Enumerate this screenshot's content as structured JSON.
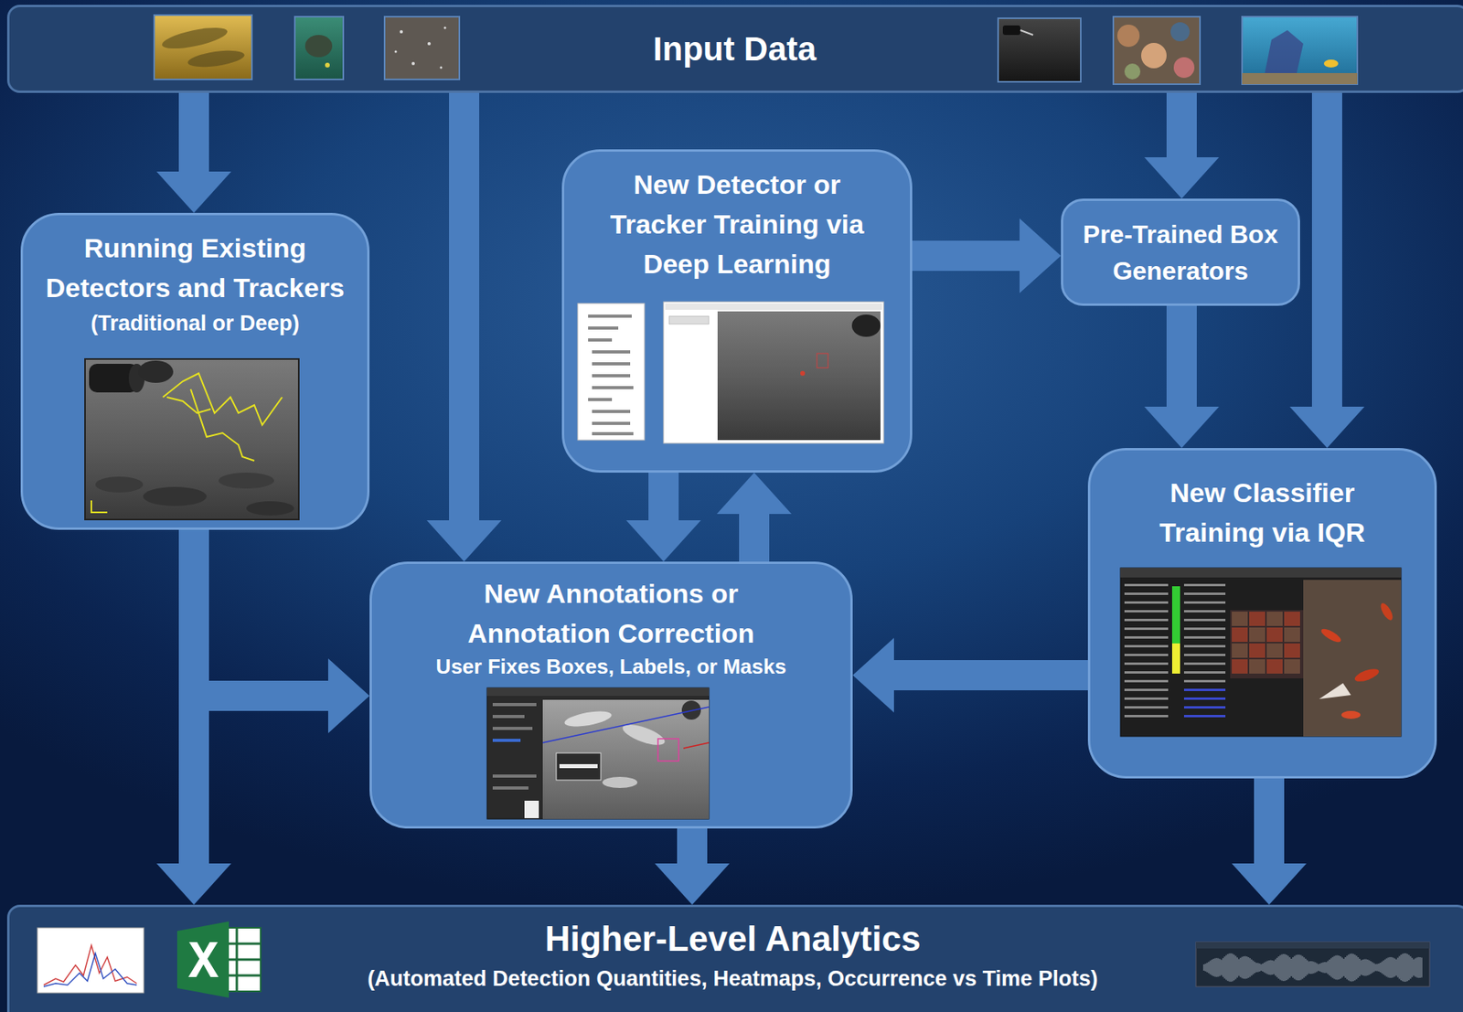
{
  "diagram": {
    "nodes": [
      {
        "text": [
          "Input Data"
        ]
      },
      {
        "text": [
          "Running Existing Detectors and Trackers",
          "(Traditional or Deep)"
        ]
      },
      {
        "text": [
          "New Detector or Tracker Training via Deep Learning"
        ]
      },
      {
        "text": [
          "Pre-Trained Box Generators"
        ]
      },
      {
        "text": [
          "New Annotations or Annotation Correction",
          "User Fixes Boxes, Labels, or Masks"
        ]
      },
      {
        "text": [
          "New Classifier Training via IQR"
        ]
      },
      {
        "text": [
          "Higher-Level Analytics",
          "(Automated Detection Quantities, Heatmaps, Occurrence vs Time Plots)"
        ]
      }
    ],
    "edges": [
      {
        "from": 0,
        "to": 1,
        "arrow": "to"
      },
      {
        "from": 0,
        "to": 4,
        "arrow": "to"
      },
      {
        "from": 0,
        "to": 3,
        "arrow": "to"
      },
      {
        "from": 0,
        "to": 5,
        "arrow": "to"
      },
      {
        "from": 2,
        "to": 3,
        "arrow": "to"
      },
      {
        "from": 3,
        "to": 5,
        "arrow": "to"
      },
      {
        "from": 2,
        "to": 4,
        "arrow": "to"
      },
      {
        "from": 4,
        "to": 2,
        "arrow": "to"
      },
      {
        "from": 1,
        "to": 4,
        "arrow": "to"
      },
      {
        "from": 1,
        "to": 6,
        "arrow": "to"
      },
      {
        "from": 5,
        "to": 4,
        "arrow": "to"
      },
      {
        "from": 4,
        "to": 6,
        "arrow": "to"
      },
      {
        "from": 5,
        "to": 6,
        "arrow": "to"
      }
    ]
  }
}
